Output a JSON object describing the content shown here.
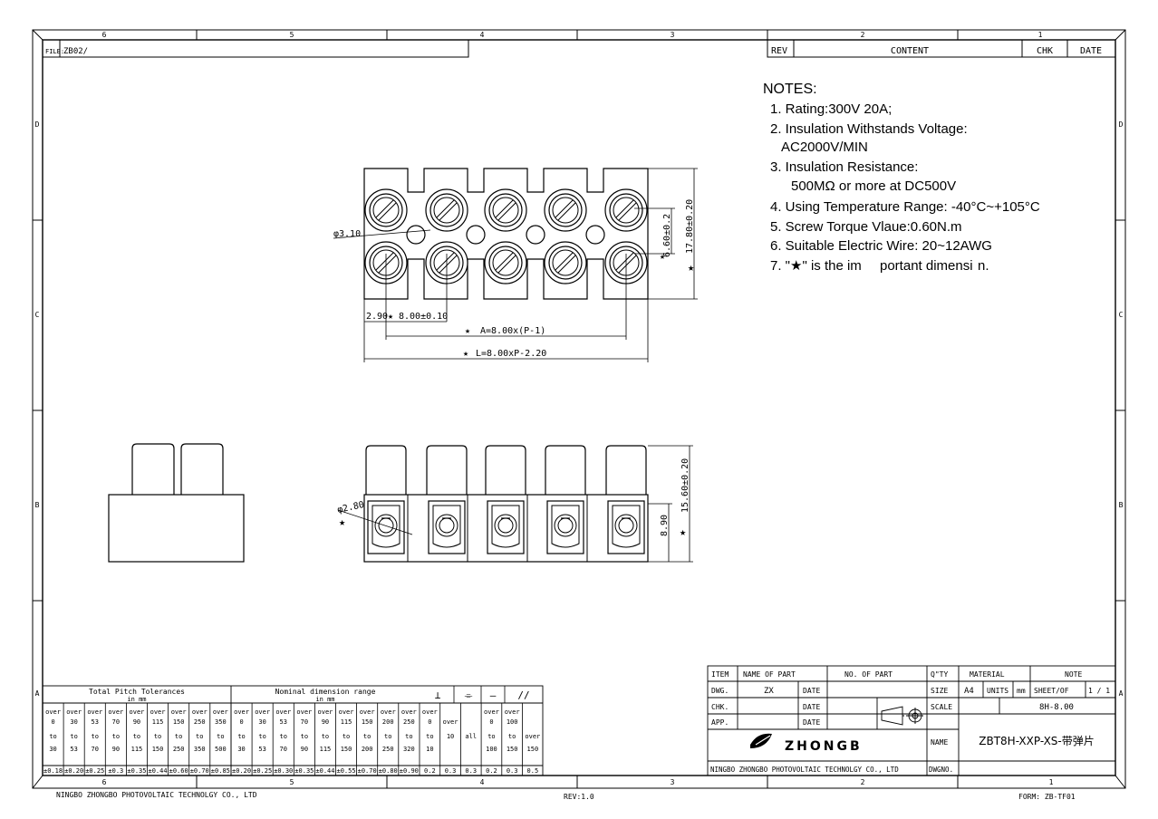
{
  "border": {
    "top_zones": [
      "6",
      "5",
      "4",
      "3",
      "2",
      "1"
    ],
    "bottom_zones": [
      "6",
      "5",
      "4",
      "3",
      "2",
      "1"
    ],
    "left_rows": [
      "D",
      "C",
      "B",
      "A"
    ],
    "right_rows": [
      "D",
      "C",
      "B",
      "A"
    ]
  },
  "file": {
    "label": "FILE:",
    "value": "ZB02/"
  },
  "revision_table": {
    "rev": "REV",
    "content": "CONTENT",
    "chk": "CHK",
    "date": "DATE"
  },
  "notes": {
    "title": "NOTES:",
    "lines": [
      "1. Rating:300V 20A;",
      "2. Insulation Withstands Voltage:",
      "AC2000V/MIN",
      "3. Insulation Resistance:",
      "500MΩ or more at DC500V",
      "4. Using Temperature Range: -40°C~+105°C",
      "5. Screw Torque Vlaue:0.60N.m",
      "6. Suitable Electric Wire: 20~12AWG",
      "7. \"★\" is the im",
      "portant dimensi",
      "n."
    ]
  },
  "dimensions": {
    "hole": "φ3.10",
    "pitch_end": "2.90",
    "pitch": "8.00±0.10",
    "span_a": "A=8.00x(P-1)",
    "span_l": "L=8.00xP-2.20",
    "screw_offset": "6.60±0.2",
    "height": "17.80±0.20",
    "wire_hole": "φ2.80",
    "wire_height": "8.90",
    "front_height": "15.60±0.20",
    "star": "★"
  },
  "tolerance_table": {
    "pitch_title": "Total Pitch Tolerances",
    "pitch_unit": "in mm",
    "nominal_title": "Nominal dimension range",
    "nominal_unit": "in mm",
    "symbols": [
      "⊥",
      "⌯",
      "—",
      "//"
    ],
    "pitch_cols": [
      [
        "over",
        "0",
        "to",
        "30",
        "±0.18"
      ],
      [
        "over",
        "30",
        "to",
        "53",
        "±0.20"
      ],
      [
        "over",
        "53",
        "to",
        "70",
        "±0.25"
      ],
      [
        "over",
        "70",
        "to",
        "90",
        "±0.3"
      ],
      [
        "over",
        "90",
        "to",
        "115",
        "±0.35"
      ],
      [
        "over",
        "115",
        "to",
        "150",
        "±0.44"
      ],
      [
        "over",
        "150",
        "to",
        "250",
        "±0.60"
      ],
      [
        "over",
        "250",
        "to",
        "350",
        "±0.70"
      ],
      [
        "over",
        "350",
        "to",
        "500",
        "±0.85"
      ]
    ],
    "nominal_cols": [
      [
        "over",
        "0",
        "to",
        "30",
        "±0.20"
      ],
      [
        "over",
        "30",
        "to",
        "53",
        "±0.25"
      ],
      [
        "over",
        "53",
        "to",
        "70",
        "±0.30"
      ],
      [
        "over",
        "70",
        "to",
        "90",
        "±0.35"
      ],
      [
        "over",
        "90",
        "to",
        "115",
        "±0.44"
      ],
      [
        "over",
        "115",
        "to",
        "150",
        "±0.55"
      ],
      [
        "over",
        "150",
        "to",
        "200",
        "±0.70"
      ],
      [
        "over",
        "200",
        "to",
        "250",
        "±0.80"
      ],
      [
        "over",
        "250",
        "to",
        "320",
        "±0.90"
      ]
    ],
    "geo_cols": [
      [
        "over",
        "0",
        "to",
        "10",
        "0.2"
      ],
      [
        "",
        "over",
        "10",
        "",
        "0.3"
      ],
      [
        "",
        "",
        "all",
        "",
        "0.3"
      ],
      [
        "over",
        "0",
        "to",
        "100",
        "0.2"
      ],
      [
        "over",
        "100",
        "to",
        "150",
        "0.3"
      ],
      [
        "",
        "",
        "over",
        "150",
        "0.5"
      ]
    ]
  },
  "title_block": {
    "item": "ITEM",
    "name_of_part": "NAME OF PART",
    "no_of_part": "NO. OF PART",
    "qty": "Q\"TY",
    "material": "MATERIAL",
    "note": "NOTE",
    "dwg": "DWG.",
    "dwg_value": "ZX",
    "date": "DATE",
    "size": "SIZE",
    "size_value": "A4",
    "units": "UNITS",
    "units_value": "mm",
    "sheet": "SHEET/OF",
    "sheet_value": "1 / 1",
    "chk": "CHK.",
    "scale": "SCALE",
    "scale_value": "8H-8.00",
    "app": "APP.",
    "name": "NAME",
    "name_value": "ZBT8H-XXP-XS-带弹片",
    "logo_text": "ZHONGB",
    "company": "NINGBO ZHONGBO PHOTOVOLTAIC TECHNOLGY CO., LTD",
    "dwgno": "DWGNO."
  },
  "footer": {
    "company": "NINGBO ZHONGBO PHOTOVOLTAIC TECHNOLGY CO., LTD",
    "rev": "REV:1.0",
    "form": "FORM: ZB-TF01"
  }
}
